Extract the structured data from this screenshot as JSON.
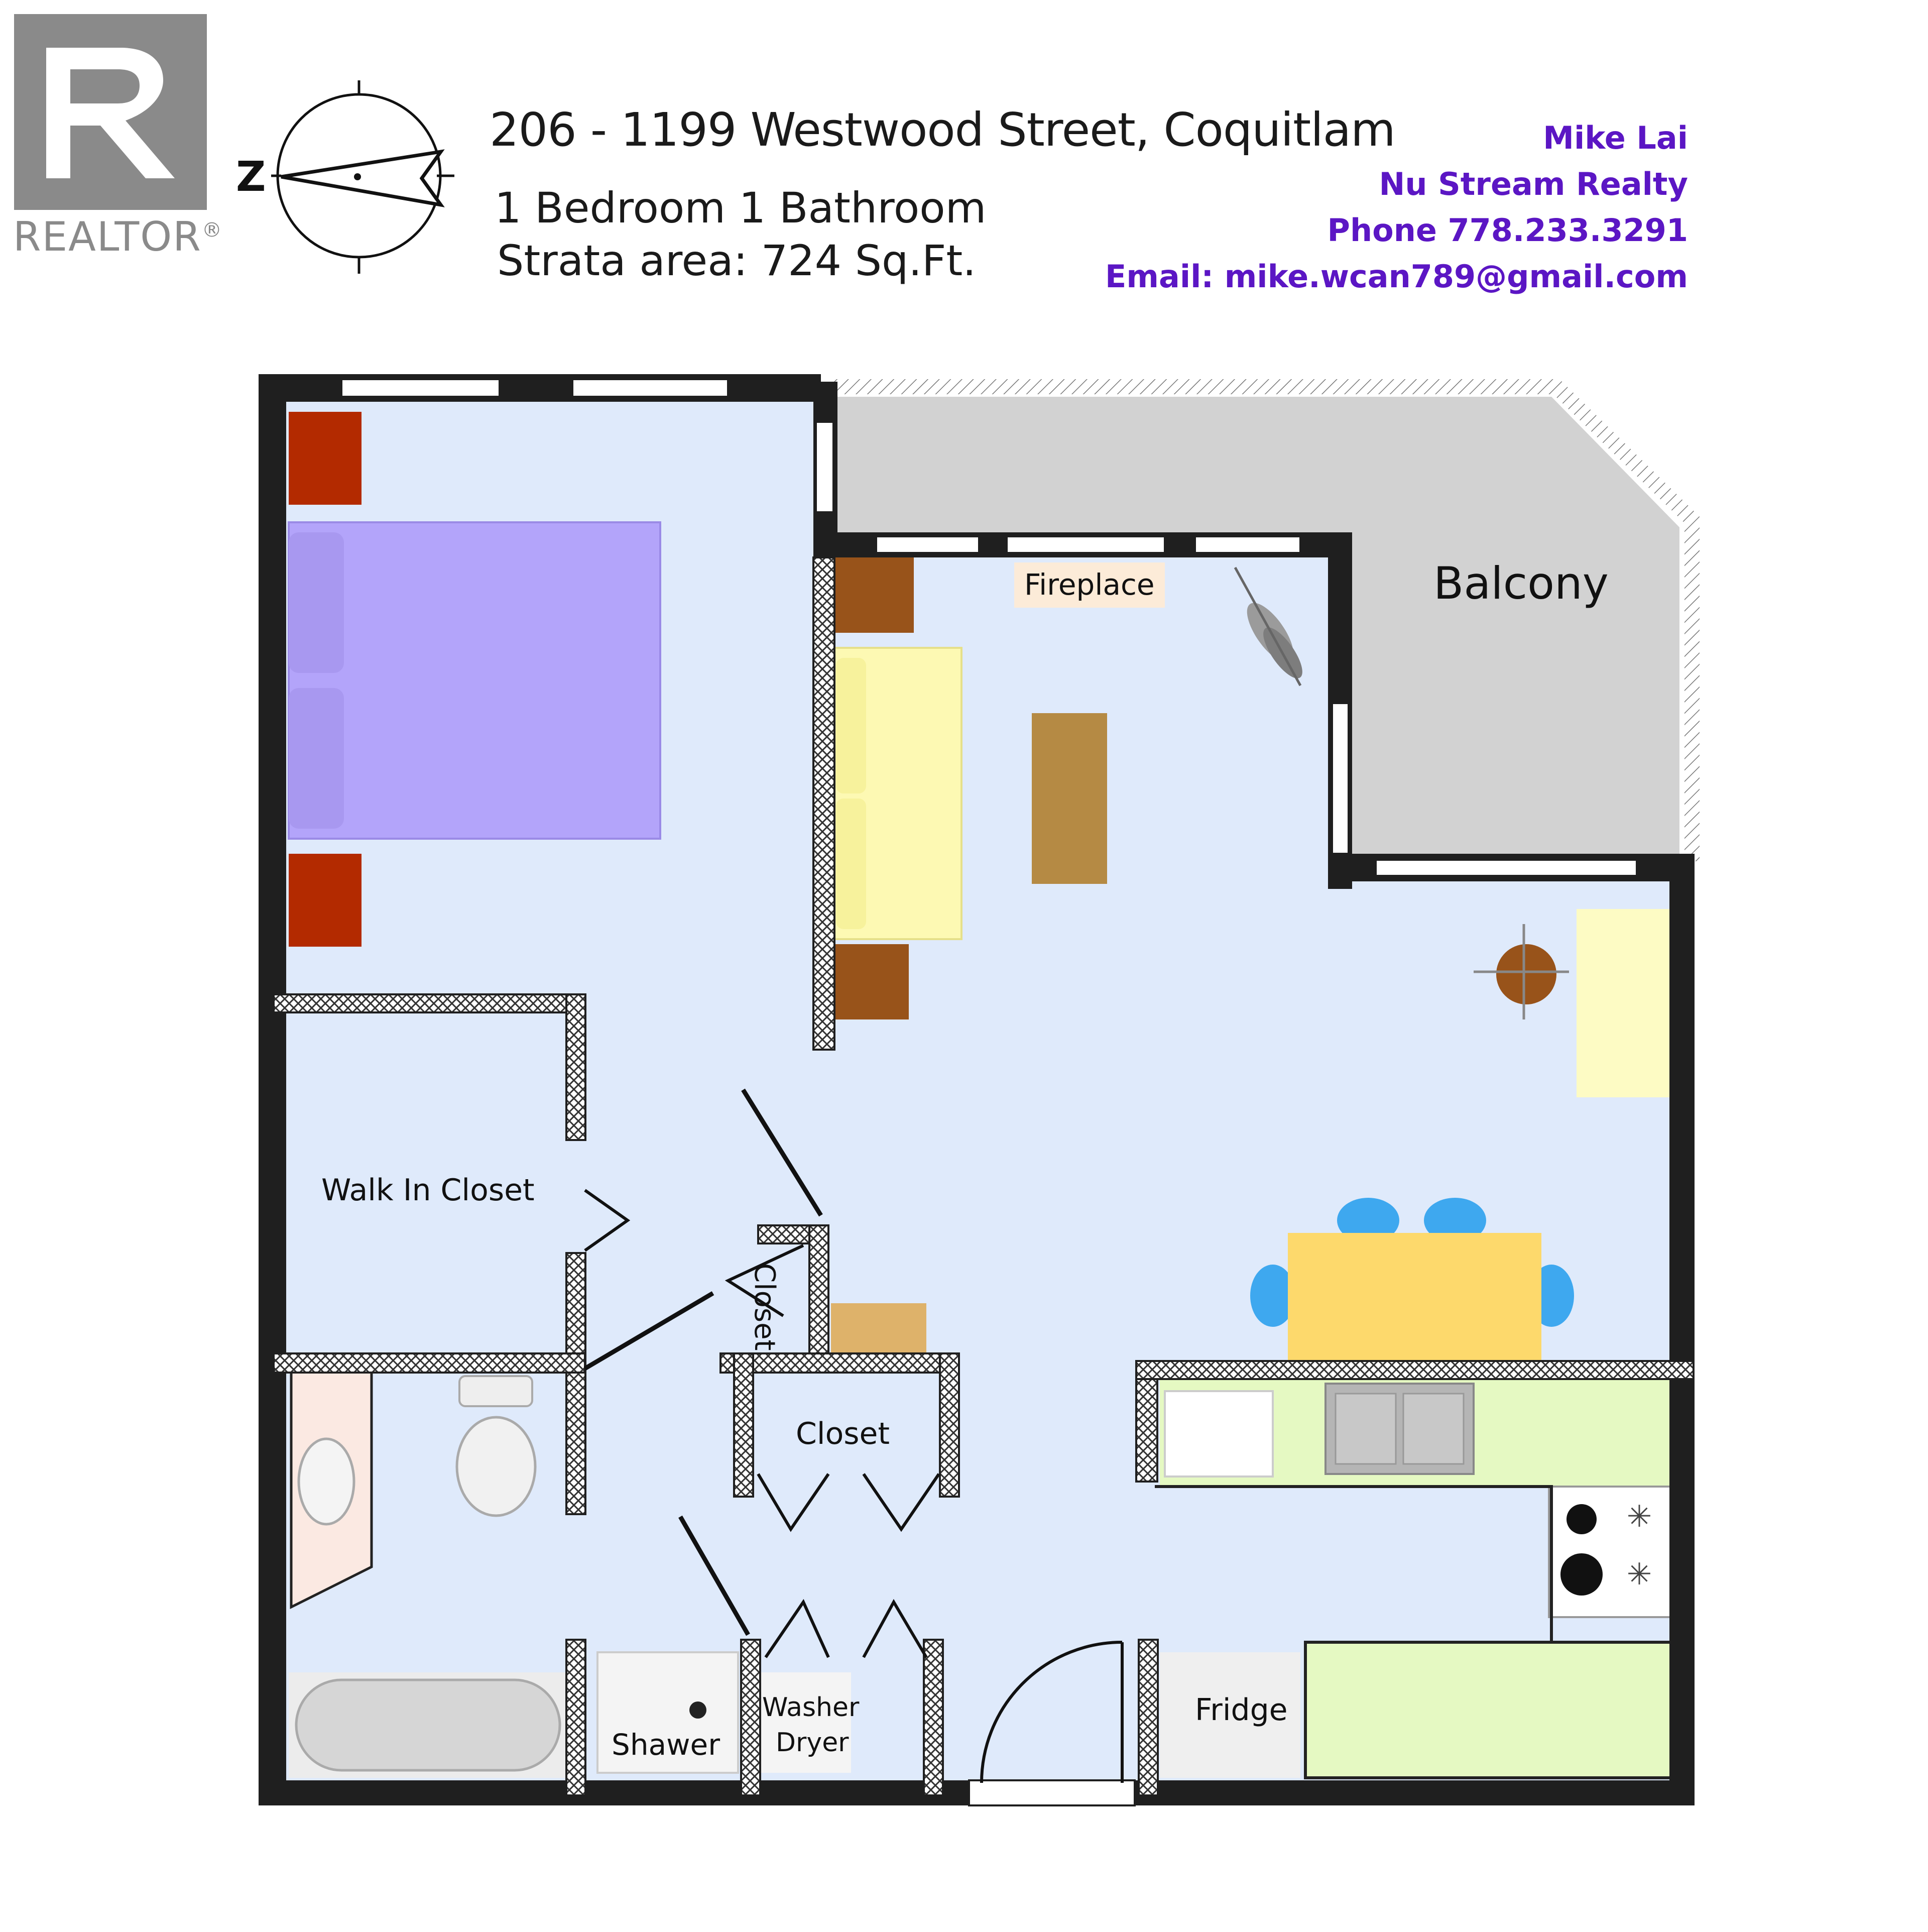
{
  "header": {
    "address": "206 - 1199 Westwood Street, Coquitlam",
    "bedrooms_bathrooms": "1 Bedroom 1 Bathroom",
    "strata_area": "Strata area: 724 Sq.Ft."
  },
  "agent": {
    "name": "Mike Lai",
    "company": "Nu Stream Realty",
    "phone": "Phone 778.233.3291",
    "email": "Email: mike.wcan789@gmail.com"
  },
  "logo": {
    "word": "REALTOR",
    "mark": "®",
    "letter": "R"
  },
  "compass": {
    "north_label": "Z"
  },
  "rooms": {
    "balcony": "Balcony",
    "fireplace": "Fireplace",
    "walk_in_closet": "Walk In Closet",
    "closet_vertical": "Closet",
    "closet": "Closet",
    "shower": "Shawer",
    "washer": "Washer",
    "dryer": "Dryer",
    "fridge": "Fridge"
  },
  "colors": {
    "floor": "#dfeafb",
    "wall": "#1f1f1f",
    "balcony": "#d2d2d2",
    "kitchen": "#e5f9c2",
    "bed": "#b3a4fa",
    "nightstand": "#b32a00",
    "sofa": "#fdf9b3",
    "wood": "#98531a",
    "table": "#fdd96c",
    "chairs": "#3ea8ef",
    "agent_text": "#5b16c4"
  }
}
